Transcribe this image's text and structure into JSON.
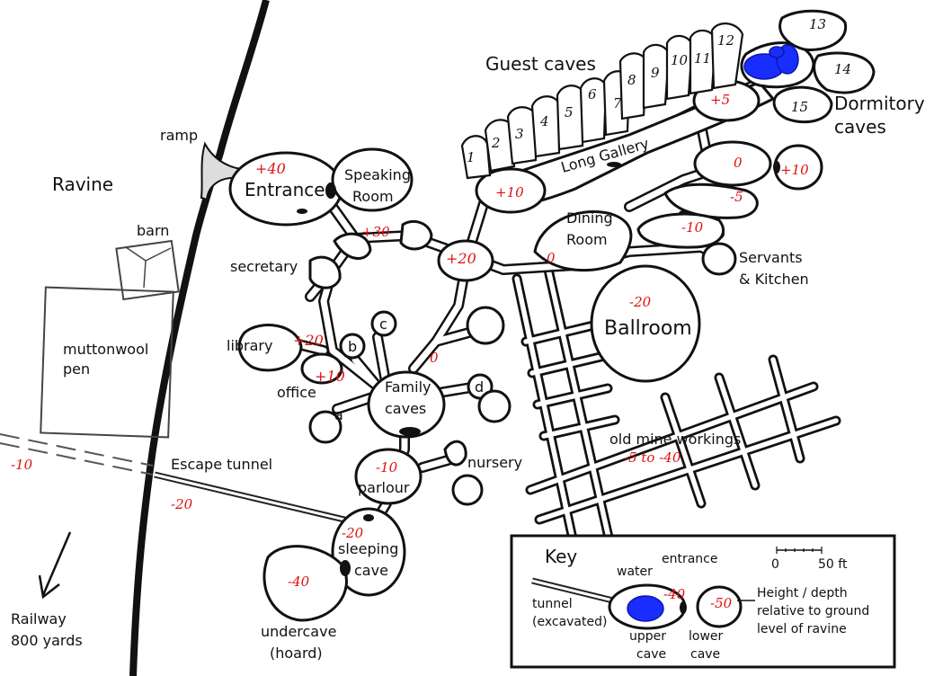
{
  "map": {
    "regions": {
      "ravine": "Ravine",
      "ramp": "ramp",
      "barn": "barn",
      "pen_line1": "muttonwool",
      "pen_line2": "pen",
      "railway_line1": "Railway",
      "railway_line2": "800 yards",
      "escape_tunnel": "Escape tunnel"
    },
    "caves": {
      "entrance": "Entrance",
      "speaking_line1": "Speaking",
      "speaking_line2": "Room",
      "guest_caves": "Guest caves",
      "long_gallery": "Long Gallery",
      "dormitory_line1": "Dormitory",
      "dormitory_line2": "caves",
      "dining_line1": "Dining",
      "dining_line2": "Room",
      "servants_line1": "Servants",
      "servants_line2": "& Kitchen",
      "ballroom": "Ballroom",
      "secretary": "secretary",
      "library": "library",
      "office": "office",
      "family_line1": "Family",
      "family_line2": "caves",
      "old_mine": "old mine workings",
      "nursery": "nursery",
      "parlour": "parlour",
      "sleeping_line1": "sleeping",
      "sleeping_line2": "cave",
      "undercave_line1": "undercave",
      "undercave_line2": "(hoard)"
    },
    "small_caves": {
      "a": "a",
      "b": "b",
      "c": "c",
      "d": "d"
    },
    "guest_numbers": [
      "1",
      "2",
      "3",
      "4",
      "5",
      "6",
      "7",
      "8",
      "9",
      "10",
      "11",
      "12"
    ],
    "dormitory_numbers": [
      "13",
      "14",
      "15"
    ],
    "heights": {
      "entrance": "+40",
      "speaking_junction": "+30",
      "gallery_west": "+10",
      "gallery_east": "+5",
      "central": "+20",
      "dining": "0",
      "east_upper": "0",
      "east_upper_side": "+10",
      "east_mid": "-5",
      "east_lower": "-10",
      "ballroom": "-20",
      "secretary_junction": "+20",
      "office": "+10",
      "family_junction": "0",
      "parlour": "-10",
      "mine": "-5 to -40",
      "railway": "-10",
      "tunnel": "-20",
      "sleeping": "-20",
      "undercave": "-40"
    },
    "key": {
      "title": "Key",
      "scale_start": "0",
      "scale_end": "50 ft",
      "water": "water",
      "entrance": "entrance",
      "sample_upper": "-40",
      "sample_lower": "-50",
      "tunnel_line1": "tunnel",
      "tunnel_line2": "(excavated)",
      "upper_line1": "upper",
      "upper_line2": "cave",
      "lower_line1": "lower",
      "lower_line2": "cave",
      "height_line1": "Height / depth",
      "height_line2": "relative to ground",
      "height_line3": "level of ravine"
    },
    "colors": {
      "height_text": "#d11111",
      "water": "#1a2dff",
      "outline": "#111111"
    }
  }
}
